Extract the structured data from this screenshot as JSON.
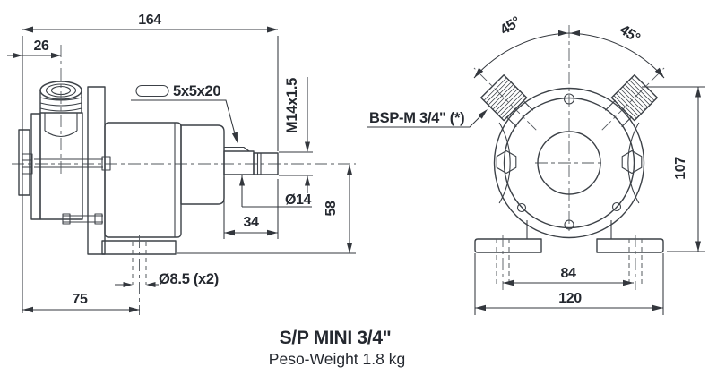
{
  "caption": {
    "model": "S/P MINI 3/4\"",
    "weight": "Peso-Weight 1.8 kg"
  },
  "side_view": {
    "overall_length": "164",
    "port_offset": "26",
    "keyway": "5x5x20",
    "shaft_thread": "M14x1.5",
    "shaft_diameter": "Ø14",
    "shaft_length": "34",
    "axis_height": "58",
    "mount_holes": "Ø8.5 (x2)",
    "hole_offset": "75"
  },
  "front_view": {
    "port_angle_left": "45°",
    "port_angle_right": "45°",
    "port_thread": "BSP-M 3/4\" (*)",
    "overall_height": "107",
    "hole_spacing": "84",
    "base_width": "120"
  },
  "colors": {
    "line": "#3c4147",
    "text": "#24282f",
    "background": "#ffffff"
  }
}
